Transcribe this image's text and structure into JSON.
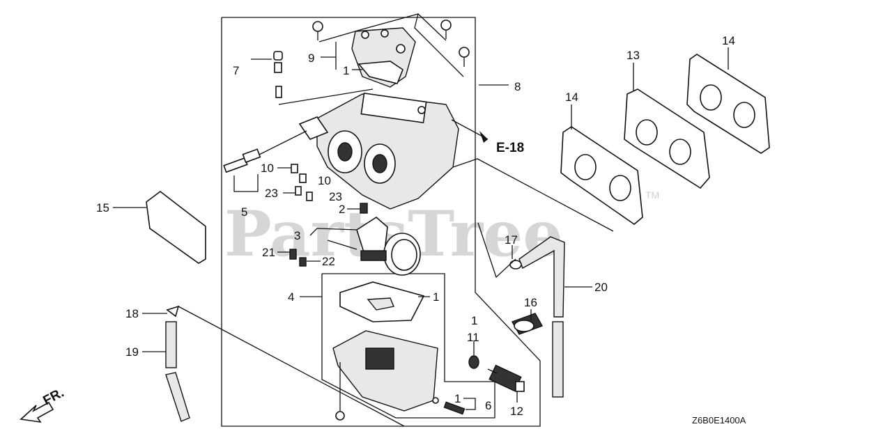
{
  "diagram": {
    "reference_arrow": "E-18",
    "diagram_code": "Z6B0E1400A",
    "watermark": "PartsTree",
    "trademark": "TM",
    "direction_label": "FR.",
    "callouts": [
      "1",
      "2",
      "3",
      "4",
      "5",
      "6",
      "7",
      "8",
      "9",
      "10",
      "11",
      "12",
      "13",
      "14",
      "15",
      "16",
      "17",
      "18",
      "19",
      "20",
      "21",
      "22",
      "23"
    ],
    "labels": {
      "l1a": "1",
      "l1b": "1",
      "l1c": "1",
      "l1d": "1",
      "l2": "2",
      "l3": "3",
      "l4": "4",
      "l5": "5",
      "l6": "6",
      "l7": "7",
      "l8": "8",
      "l9": "9",
      "l10a": "10",
      "l10b": "10",
      "l11": "11",
      "l12": "12",
      "l13": "13",
      "l14a": "14",
      "l14b": "14",
      "l15": "15",
      "l16": "16",
      "l17": "17",
      "l18": "18",
      "l19": "19",
      "l20": "20",
      "l21": "21",
      "l22": "22",
      "l23a": "23",
      "l23b": "23"
    }
  }
}
